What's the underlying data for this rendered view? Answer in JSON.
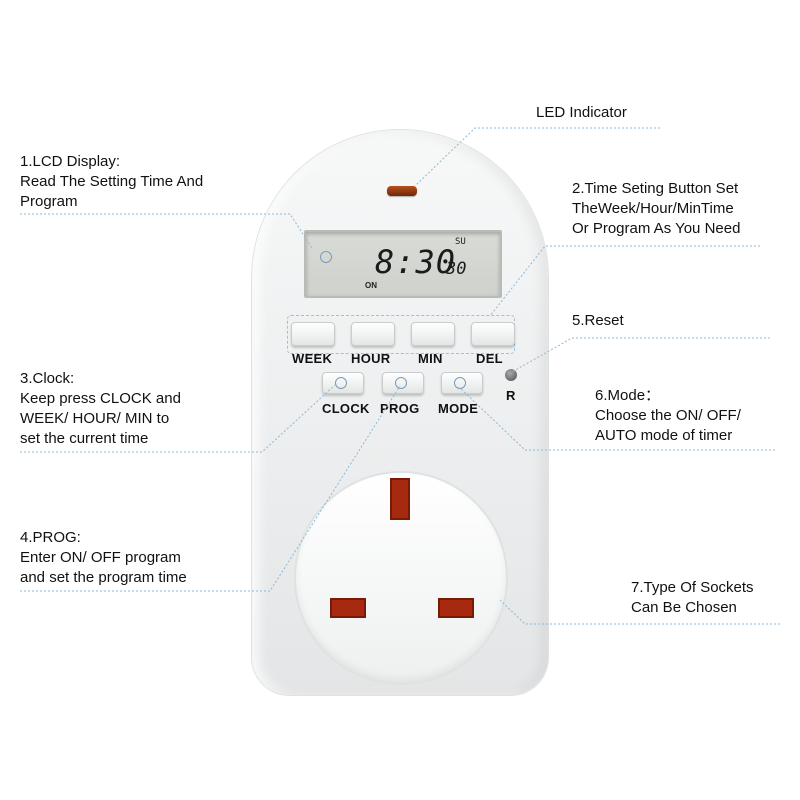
{
  "device": {
    "lcd": {
      "time": "8:30",
      "seconds": "30",
      "day": "SU",
      "status": "ON"
    },
    "buttons": {
      "week": "WEEK",
      "hour": "HOUR",
      "min": "MIN",
      "del": "DEL",
      "clock": "CLOCK",
      "prog": "PROG",
      "mode": "MODE",
      "reset": "R"
    }
  },
  "callouts": {
    "led": {
      "title": "LED Indicator"
    },
    "lcd": {
      "lines": [
        "1.LCD Display:",
        "Read The Setting Time And",
        "Program"
      ]
    },
    "time_setting": {
      "lines": [
        "2.Time Seting Button Set",
        "TheWeek/Hour/MinTime",
        "Or Program As You Need"
      ]
    },
    "clock": {
      "lines": [
        "3.Clock:",
        "Keep press CLOCK and",
        "WEEK/ HOUR/ MIN to",
        "set the current time"
      ]
    },
    "prog": {
      "lines": [
        "4.PROG:",
        "Enter ON/ OFF program",
        "and set the program time"
      ]
    },
    "reset": {
      "lines": [
        "5.Reset"
      ]
    },
    "mode": {
      "lines": [
        "6.Mode：",
        "Choose the ON/ OFF/",
        "AUTO mode of timer"
      ]
    },
    "socket": {
      "lines": [
        "7.Type Of Sockets",
        "Can Be Chosen"
      ]
    }
  },
  "colors": {
    "leader_line": "#8fb8d4",
    "led": "#b8501e",
    "pin": "#a52a10",
    "lcd_bg": "#d5d8d2"
  },
  "icons": [
    "led-indicator-icon",
    "reset-hole-icon",
    "socket-pin-icon"
  ]
}
